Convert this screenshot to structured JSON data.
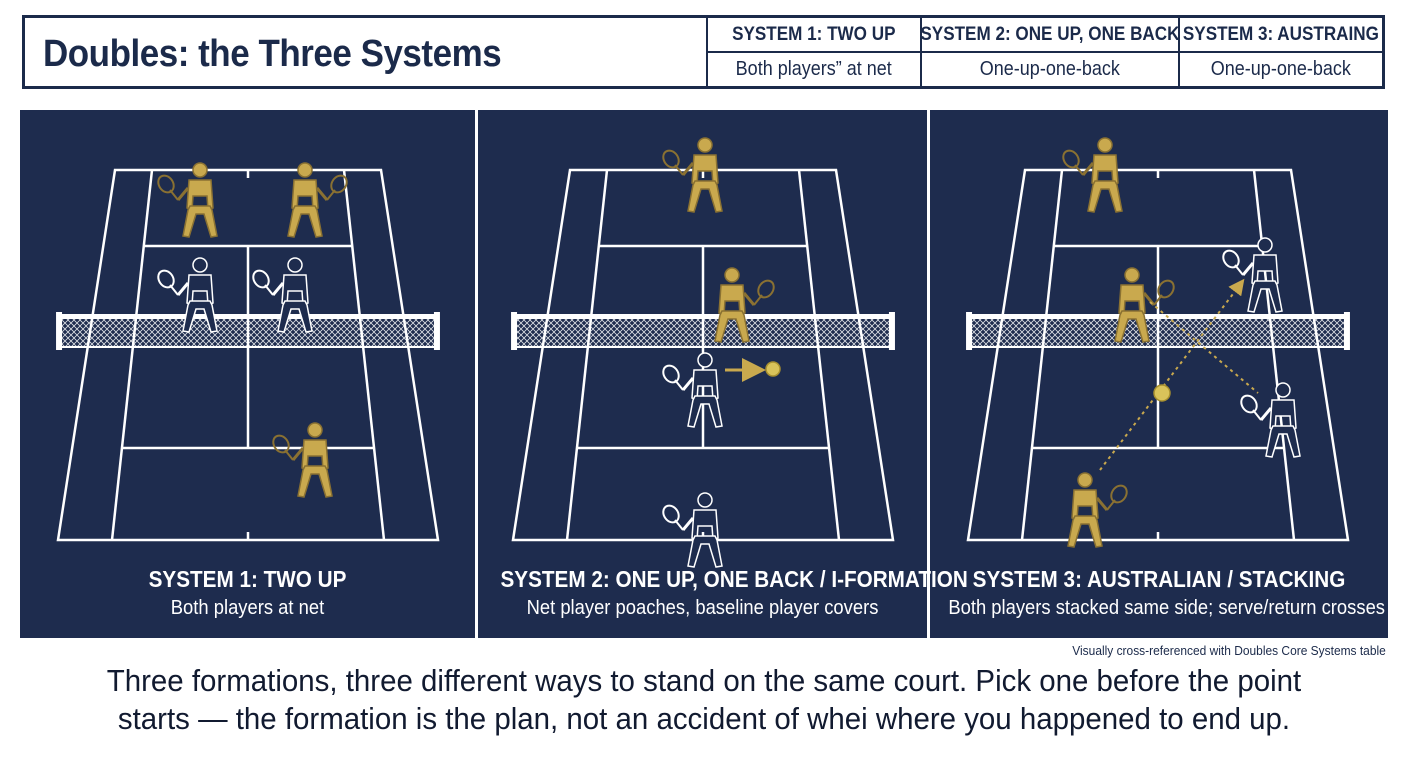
{
  "header": {
    "title": "Doubles: the Three Systems",
    "table": {
      "columns": [
        {
          "heading": "SYSTEM 1: TWO UP",
          "value": "Both players” at net"
        },
        {
          "heading": "SYSTEM 2: ONE UP, ONE BACK",
          "value": "One-up-one-back"
        },
        {
          "heading": "SYSTEM 3: AUSTRAING",
          "value": "One-up-one-back"
        }
      ]
    }
  },
  "panels": [
    {
      "title": "SYSTEM 1: TWO UP",
      "subtitle": "Both players at net"
    },
    {
      "title": "SYSTEM 2: ONE UP, ONE BACK / I-FORMATION",
      "subtitle": "Net player poaches, baseline player covers"
    },
    {
      "title": "SYSTEM 3: AUSTRALIAN / STACKING",
      "subtitle": "Both players stacked same side; serve/return crosses"
    }
  ],
  "footnote": "Visually cross-referenced with Doubles Core Systems table",
  "bottom_text": {
    "line1": "Three formations, three different ways to stand on the same court. Pick one before the point",
    "line2": "starts — the formation is the plan, not an accident of whei where you happened to end up."
  },
  "colors": {
    "background": "#ffffff",
    "panel": "#1e2c4e",
    "court_lines": "#ffffff",
    "team_gold": "#c9a94e",
    "team_navy": "#1e2c4e",
    "text_dark": "#1b2a4a"
  }
}
